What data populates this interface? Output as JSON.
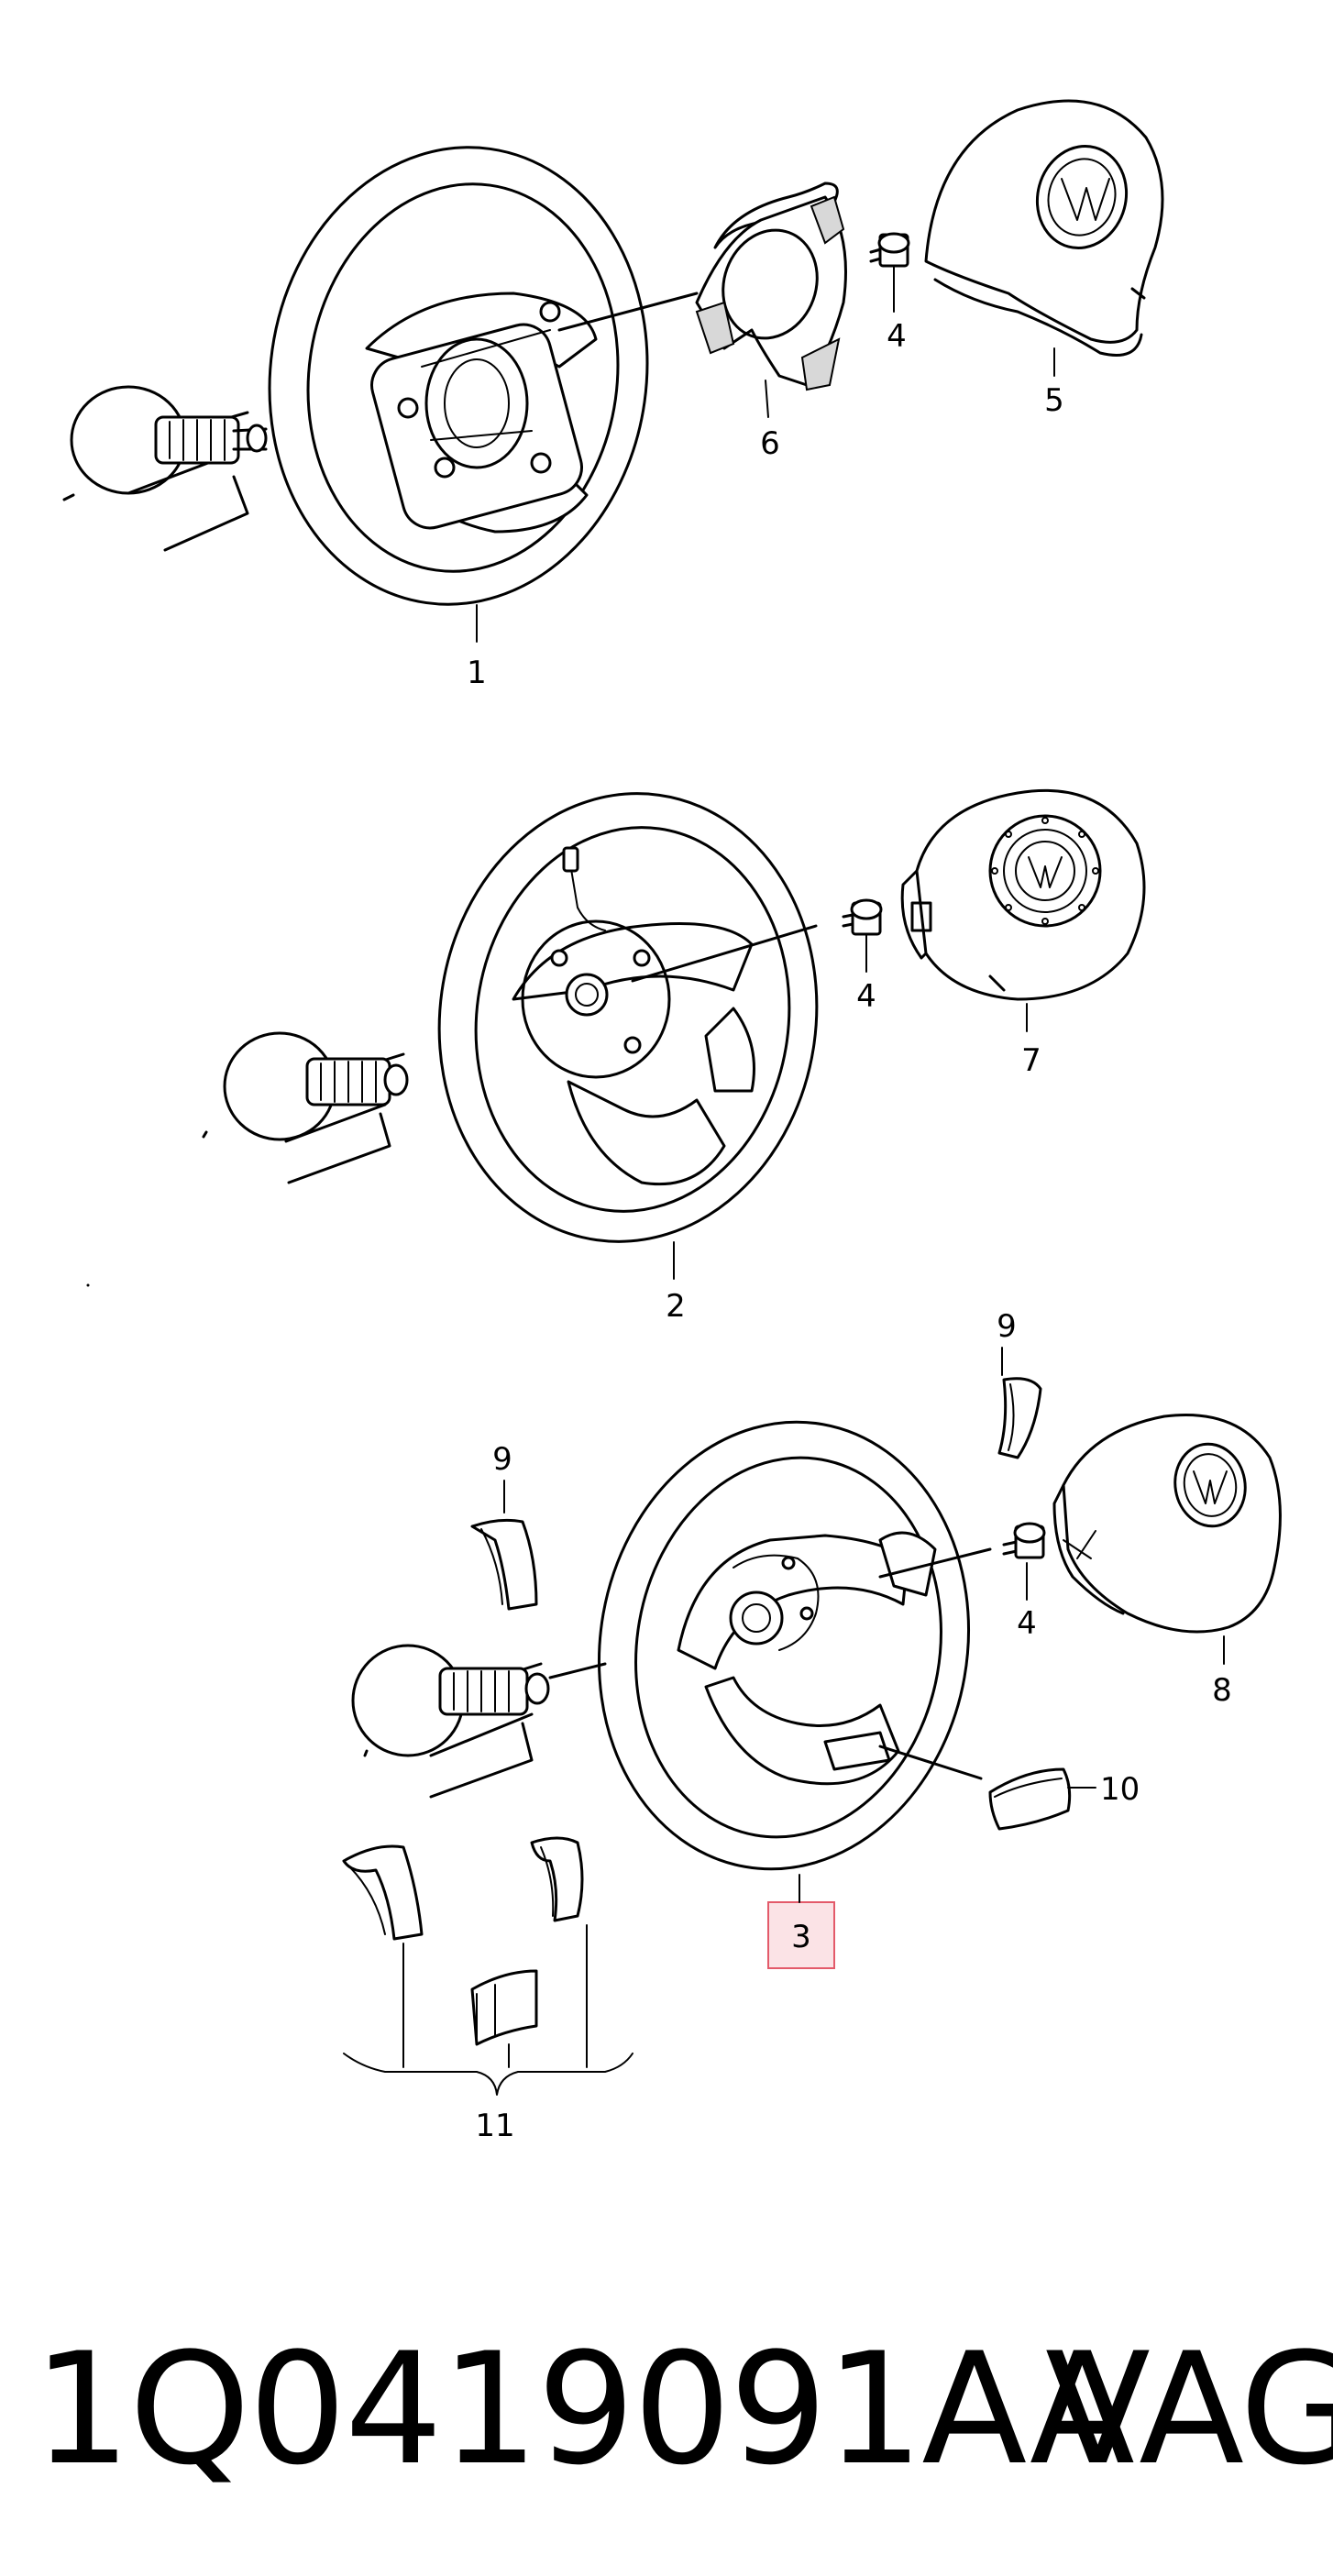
{
  "callouts": {
    "c1": "1",
    "c2": "2",
    "c3": "3",
    "c4a": "4",
    "c4b": "4",
    "c4c": "4",
    "c5": "5",
    "c6": "6",
    "c7": "7",
    "c8": "8",
    "c9a": "9",
    "c9b": "9",
    "c10": "10",
    "c11": "11"
  },
  "highlight_color": "#e35a6a",
  "footer": {
    "part_number": "1Q0419091AA",
    "brand": "VAG"
  }
}
